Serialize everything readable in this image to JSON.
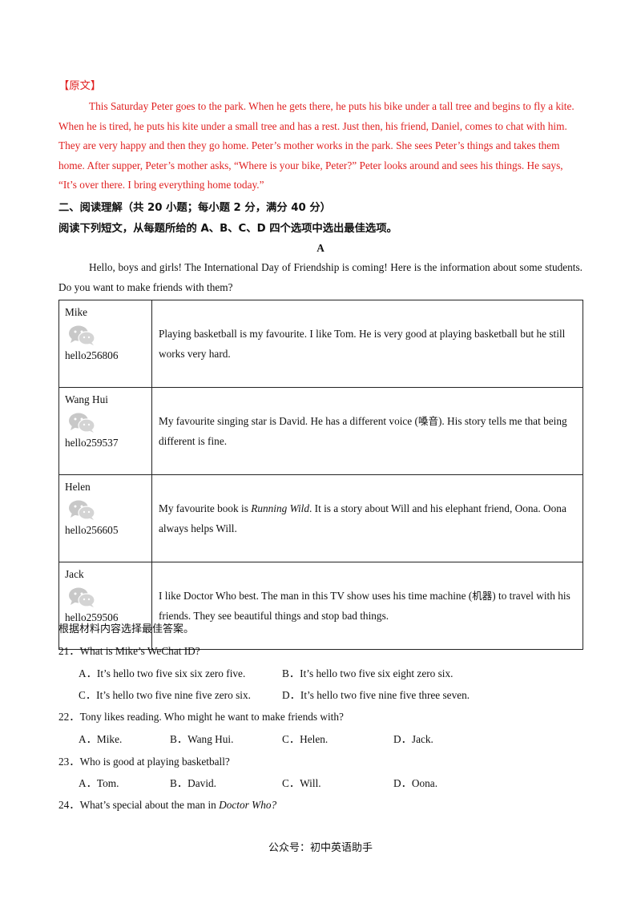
{
  "original": {
    "tag": "【原文】",
    "paragraph": "This Saturday Peter goes to the park. When he gets there, he puts his bike under a tall tree and begins to fly a kite. When he is tired, he puts his kite under a small tree and has a rest. Just then, his friend, Daniel, comes to chat with him. They are very happy and then they go home. Peter’s mother works in the park. She sees Peter’s things and takes them home. After supper, Peter’s mother asks, “Where is your bike, Peter?” Peter looks around and sees his things. He says, “It’s over there. I bring everything home today.”"
  },
  "section": {
    "title": "二、阅读理解（共 20 小题；每小题 2 分，满分 40 分）",
    "instruction": "阅读下列短文，从每题所给的 A、B、C、D 四个选项中选出最佳选项。",
    "passage_label": "A",
    "intro": "Hello, boys and girls! The International Day of Friendship is coming! Here is the information about some students. Do you want to make friends with them?"
  },
  "table": [
    {
      "name": "Mike",
      "id": "hello256806",
      "text": "Playing basketball is my favourite. I like Tom. He is very good at playing basketball but he still works very hard."
    },
    {
      "name": "Wang Hui",
      "id": "hello259537",
      "text_before": "My favourite singing star is David. He has a different voice (",
      "text_cn": "嗓音",
      "text_after": "). His story tells me that being different is fine."
    },
    {
      "name": "Helen",
      "id": "hello256605",
      "text_before": "My favourite book is ",
      "text_italic": "Running Wild",
      "text_after": ". It is a story about Will and his elephant friend, Oona. Oona always helps Will."
    },
    {
      "name": "Jack",
      "id": "hello259506",
      "text_before": "I like Doctor Who best. The man in this TV show uses his time machine (",
      "text_cn": "机器",
      "text_after": ") to travel with his friends. They see beautiful things and stop bad things."
    }
  ],
  "after_table": "根据材料内容选择最佳答案。",
  "questions": [
    {
      "stem": "21．What is Mike’s WeChat ID?",
      "options": [
        "A．It’s hello two five six six zero five.",
        "B．It’s hello two five six eight zero six.",
        "C．It’s hello two five nine five zero six.",
        "D．It’s hello two five nine five three seven."
      ]
    },
    {
      "stem": "22．Tony likes reading. Who might he want to make friends with?",
      "options": [
        "A．Mike.",
        "B．Wang Hui.",
        "C．Helen.",
        "D．Jack."
      ]
    },
    {
      "stem": "23．Who is good at playing basketball?",
      "options": [
        "A．Tom.",
        "B．David.",
        "C．Will.",
        "D．Oona."
      ]
    },
    {
      "stem_before": "24．What’s special about the man in ",
      "stem_italic": "Doctor Who?"
    }
  ],
  "footer": "公众号：初中英语助手",
  "colors": {
    "highlight": "#e02020",
    "icon": "#c8c8c8"
  },
  "icons": {
    "wechat": "wechat-icon"
  }
}
